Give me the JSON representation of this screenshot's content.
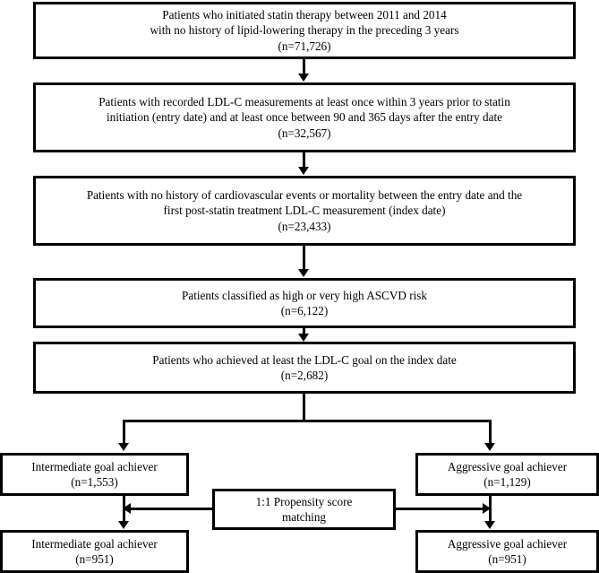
{
  "diagram": {
    "type": "flowchart",
    "title": "Study population selection flow diagram",
    "orientation": "top-to-bottom",
    "accent_color": "#000000",
    "background_color": "#ffffff"
  },
  "nodes": {
    "step1": {
      "line1": "Patients who initiated statin therapy between 2011 and 2014",
      "line2": "with no history of lipid-lowering therapy in the preceding 3 years",
      "line3": "(n=71,726)",
      "count": 71726
    },
    "step2": {
      "line1": "Patients with recorded LDL-C measurements at least once within 3 years prior to statin",
      "line2": "initiation (entry date) and at least once between 90 and 365 days after the entry date",
      "line3": "(n=32,567)",
      "count": 32567
    },
    "step3": {
      "line1": "Patients with no history of cardiovascular events or mortality between the entry date and the",
      "line2": "first post-statin treatment LDL-C measurement (index date)",
      "line3": "(n=23,433)",
      "count": 23433
    },
    "step4": {
      "line1": "Patients classified as high or very high ASCVD risk",
      "line2": "(n=6,122)",
      "count": 6122
    },
    "step5": {
      "line1": "Patients who achieved at least the LDL-C goal on the index date",
      "line2": "(n=2,682)",
      "count": 2682
    },
    "intermediate_pre": {
      "line1": "Intermediate goal achiever",
      "line2": "(n=1,553)",
      "count": 1553
    },
    "aggressive_pre": {
      "line1": "Aggressive goal achiever",
      "line2": "(n=1,129)",
      "count": 1129
    },
    "matching": {
      "line1": "1:1 Propensity score",
      "line2": "matching"
    },
    "intermediate_post": {
      "line1": "Intermediate goal achiever",
      "line2": "(n=951)",
      "count": 951
    },
    "aggressive_post": {
      "line1": "Aggressive goal achiever",
      "line2": "(n=951)",
      "count": 951
    }
  },
  "connectors": {
    "step1_to_step2": "arrow-down",
    "step2_to_step3": "arrow-down",
    "step3_to_step4": "arrow-down",
    "step4_to_step5": "arrow-down",
    "step5_split": "branch-down-two",
    "matching_to_left": "arrow-left",
    "matching_to_right": "arrow-right",
    "intermediate_pre_to_post": "arrow-down",
    "aggressive_pre_to_post": "arrow-down"
  }
}
